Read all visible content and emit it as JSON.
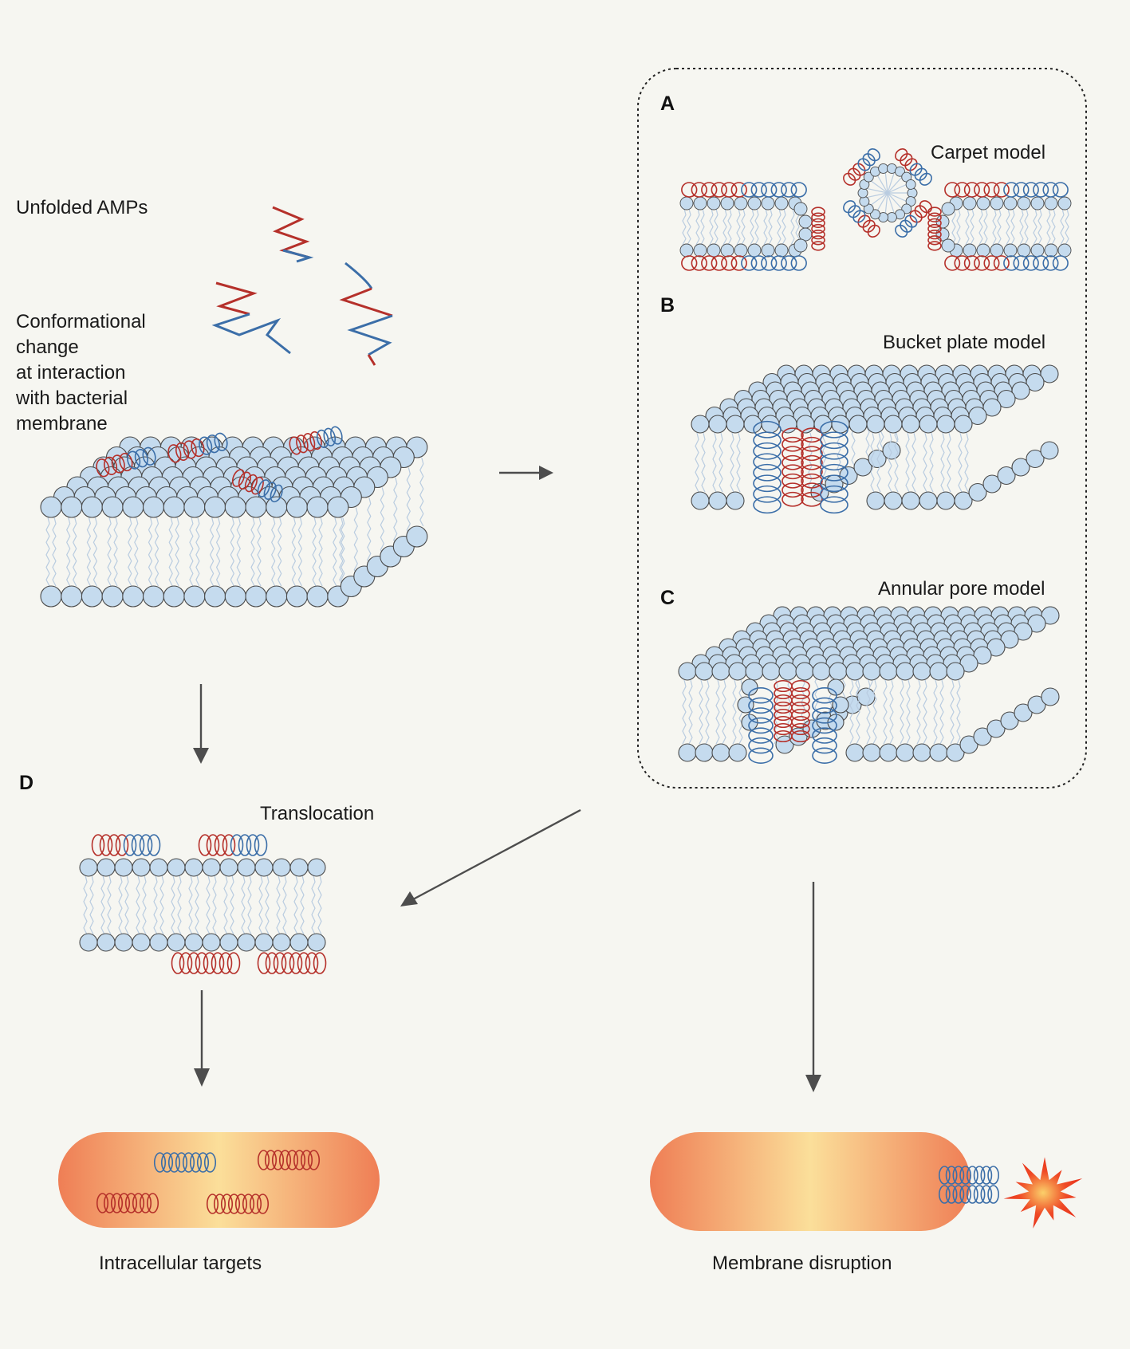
{
  "labels": {
    "unfolded": "Unfolded AMPs",
    "conformational": [
      "Conformational",
      "change",
      "at interaction",
      "with bacterial",
      "membrane"
    ],
    "panel_a_letter": "A",
    "panel_a_title": "Carpet model",
    "panel_b_letter": "B",
    "panel_b_title": "Bucket plate model",
    "panel_c_letter": "C",
    "panel_c_title": "Annular pore model",
    "panel_d_letter": "D",
    "panel_d_title": "Translocation",
    "intracellular": "Intracellular targets",
    "disruption": "Membrane disruption"
  },
  "colors": {
    "background": "#f6f6f1",
    "lipid_head": "#c5dbee",
    "lipid_outline": "#4a4a4a",
    "peptide_red": "#b5302a",
    "peptide_blue": "#3b6ea8",
    "bacterium_edge": "#ef7e55",
    "bacterium_center": "#fbdf9a",
    "burst": "#ee3b22",
    "arrow": "#4d4d4d"
  }
}
